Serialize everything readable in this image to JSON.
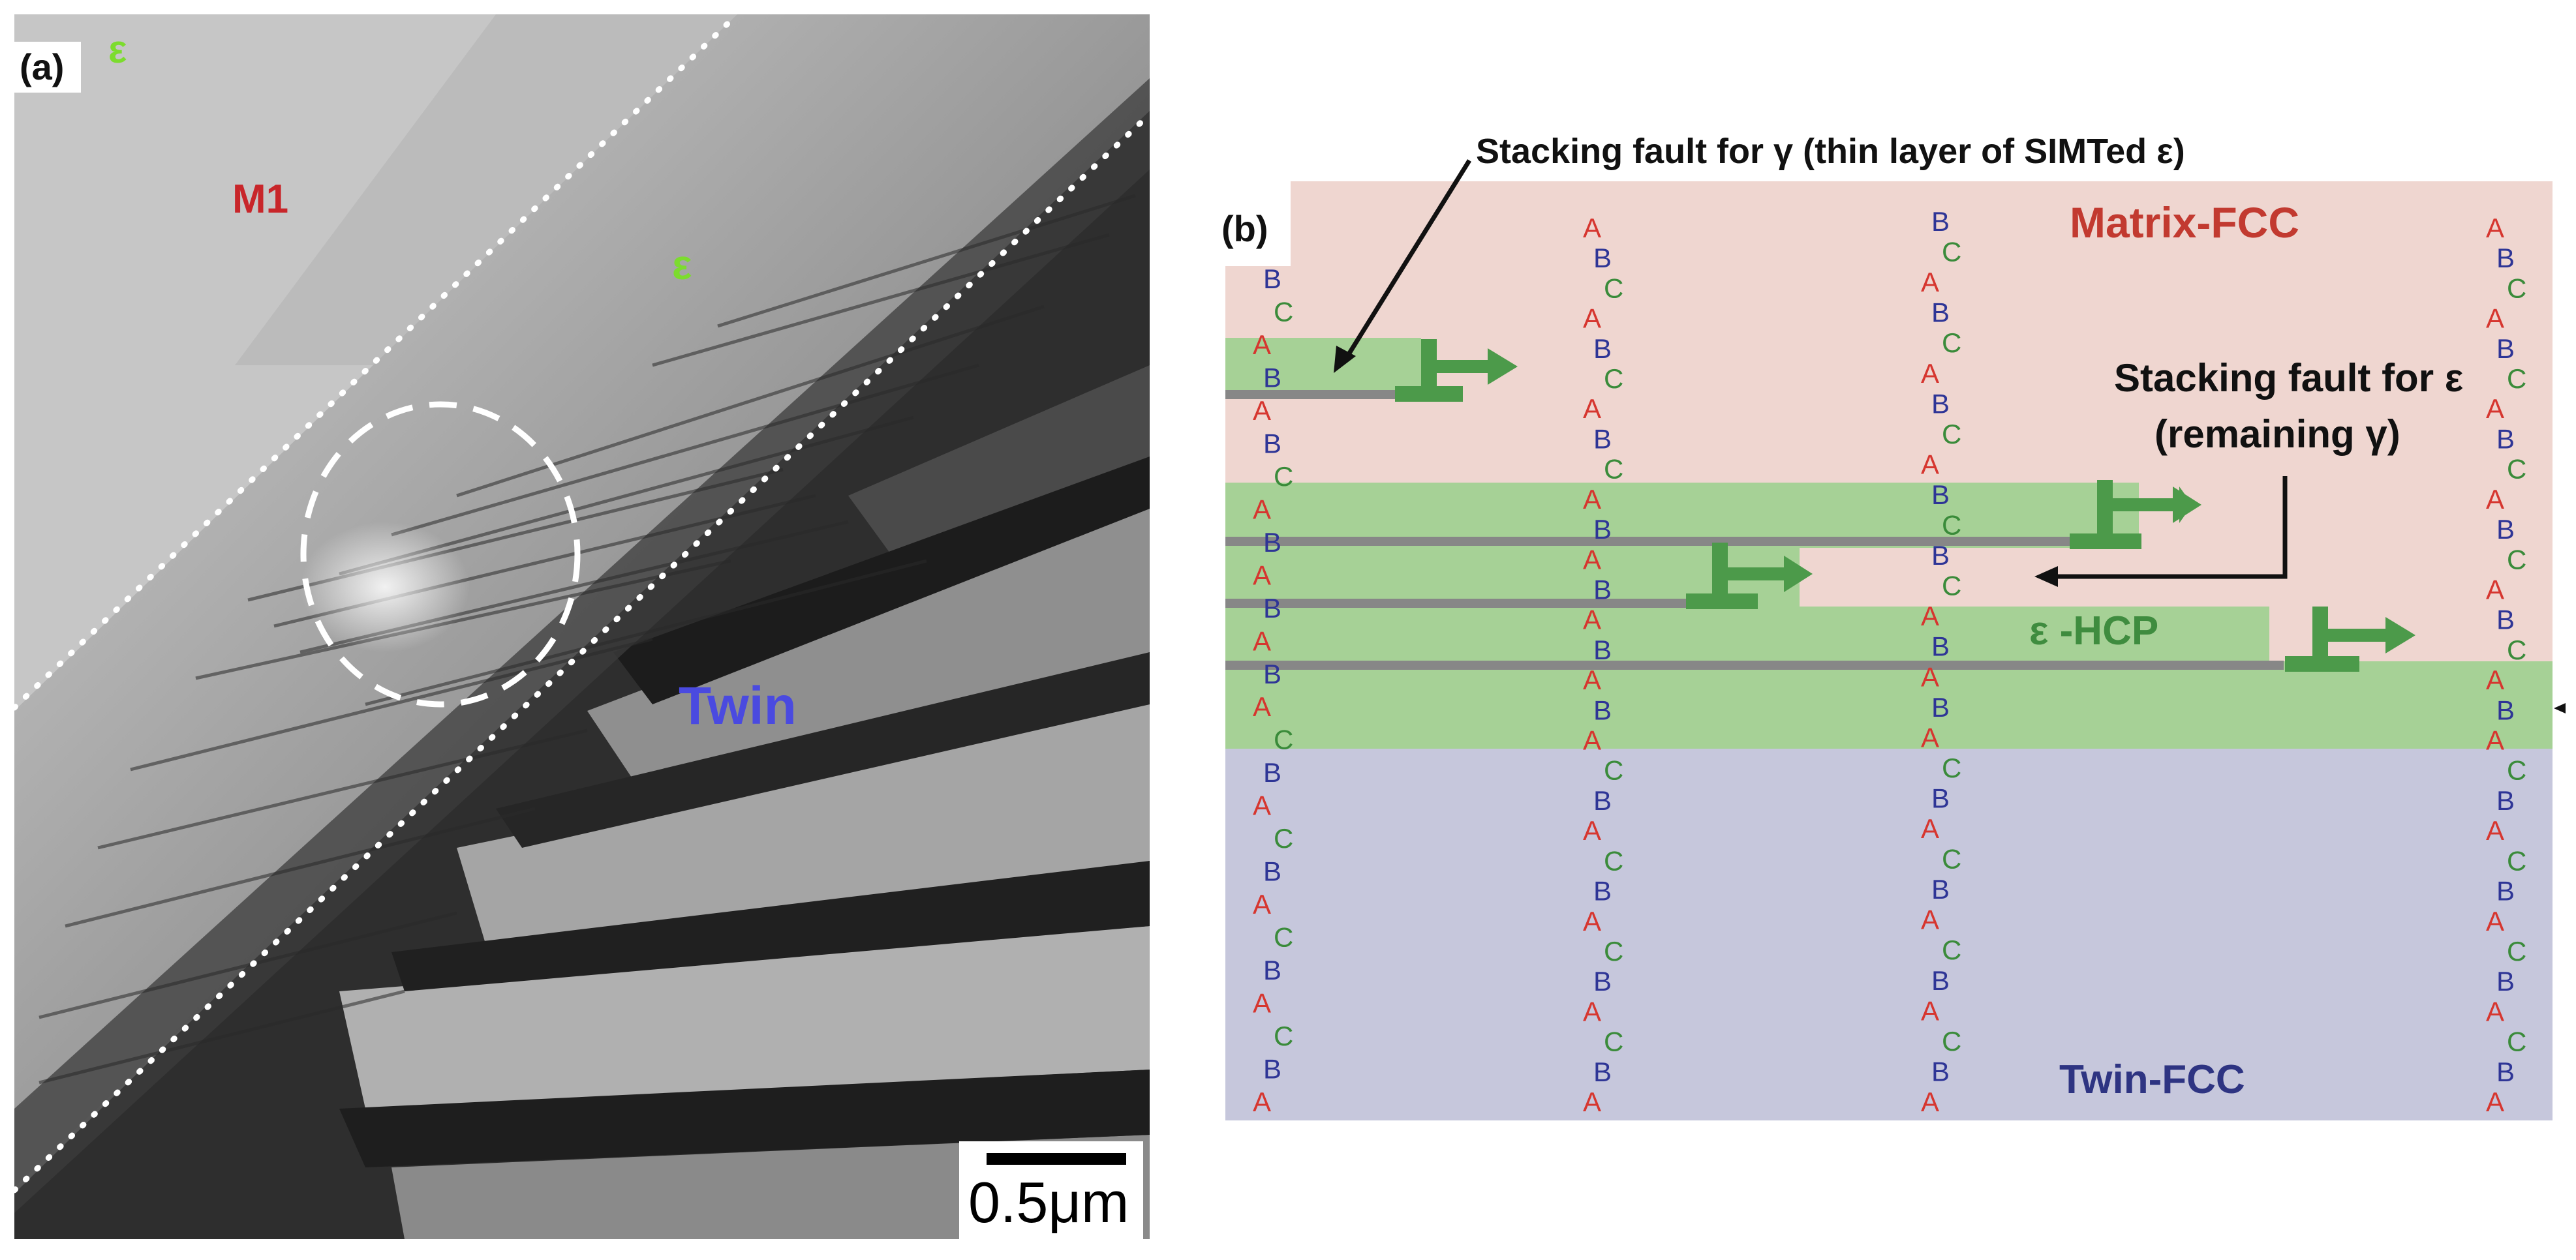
{
  "panel_a": {
    "label": "(a)",
    "region_labels": {
      "m1": "M1",
      "epsilon_top": "ε",
      "epsilon_corner": "ε",
      "twin": "Twin"
    },
    "scale_bar": "0.5μm",
    "colors": {
      "m1": "#c8262a",
      "epsilon": "#7cdc2e",
      "twin": "#4a4ae0"
    }
  },
  "panel_b": {
    "label": "(b)",
    "matrix_label": "Matrix-FCC",
    "twin_label": "Twin-FCC",
    "hcp_label": "ε -HCP",
    "annotation_gamma": "Stacking fault for γ (thin layer of SIMTed ε)",
    "annotation_eps_1": "Stacking fault for ε",
    "annotation_eps_2": "(remaining γ)",
    "columns": [
      {
        "name": "col-1",
        "letters": [
          "B",
          "C",
          "A",
          "B",
          "A",
          "B",
          "C",
          "A",
          "B",
          "A",
          "B",
          "A",
          "B",
          "A",
          "C",
          "B",
          "A",
          "C",
          "B",
          "A",
          "C",
          "B",
          "A",
          "C",
          "B",
          "A"
        ]
      },
      {
        "name": "col-2",
        "letters": [
          "A",
          "B",
          "C",
          "A",
          "B",
          "C",
          "A",
          "B",
          "C",
          "A",
          "B",
          "A",
          "B",
          "A",
          "B",
          "A",
          "B",
          "A",
          "C",
          "B",
          "A",
          "C",
          "B",
          "A",
          "C",
          "B",
          "A",
          "C",
          "B",
          "A"
        ]
      },
      {
        "name": "col-3",
        "letters": [
          "B",
          "C",
          "A",
          "B",
          "C",
          "A",
          "B",
          "C",
          "A",
          "B",
          "C",
          "B",
          "C",
          "A",
          "B",
          "A",
          "B",
          "A",
          "C",
          "B",
          "A",
          "C",
          "B",
          "A",
          "C",
          "B",
          "A",
          "C",
          "B",
          "A"
        ]
      },
      {
        "name": "col-4",
        "letters": [
          "A",
          "B",
          "C",
          "A",
          "B",
          "C",
          "A",
          "B",
          "C",
          "A",
          "B",
          "C",
          "A",
          "B",
          "C",
          "A",
          "B",
          "A",
          "C",
          "B",
          "A",
          "C",
          "B",
          "A",
          "C",
          "B",
          "A",
          "C",
          "B",
          "A"
        ]
      }
    ],
    "colors": {
      "matrix_bg": "#efd6d0",
      "twin_bg": "#c6c7dc",
      "hcp_bg": "#a6d196",
      "atom_a": "#d6362f",
      "atom_b": "#2e3596",
      "atom_c": "#3a8b3a",
      "dislocation": "#4c9a4a",
      "fault_line": "#878787",
      "matrix_text": "#c23a30",
      "twin_text": "#2e3482",
      "hcp_text": "#3f8c3f"
    }
  }
}
